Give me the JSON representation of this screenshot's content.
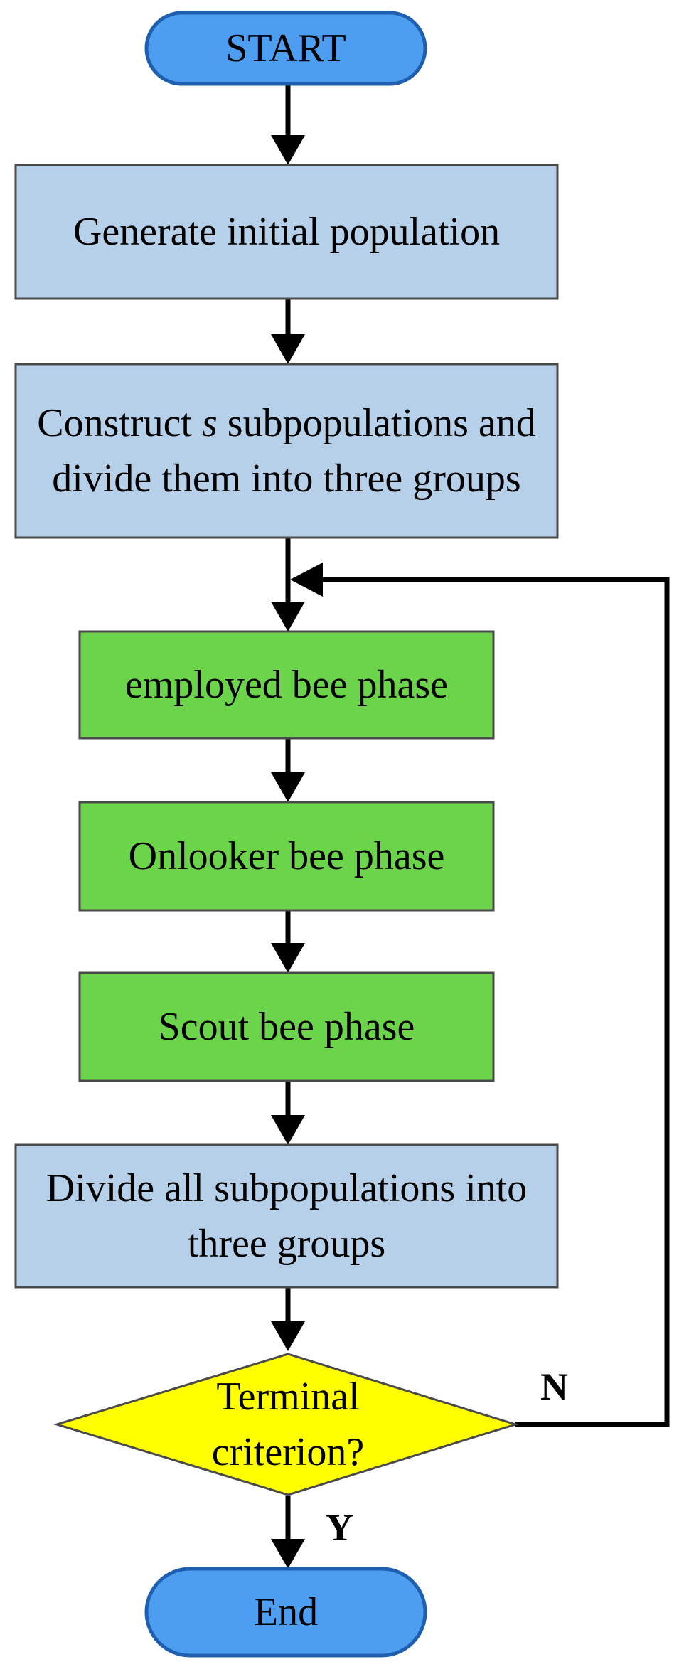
{
  "nodes": {
    "start": "START",
    "generate": "Generate initial population",
    "construct_pre": "Construct ",
    "construct_var": "s",
    "construct_post": " subpopulations and divide them into three groups",
    "employed": "employed bee phase",
    "onlooker": "Onlooker bee phase",
    "scout": "Scout bee phase",
    "divide": "Divide all subpopulations into three groups",
    "decision": "Terminal criterion?",
    "end": "End"
  },
  "edges": {
    "no_label": "N",
    "yes_label": "Y"
  },
  "colors": {
    "terminal_fill": "#4d9ef1",
    "terminal_stroke": "#1f5fb0",
    "process_fill": "#b6d0ea",
    "phase_fill": "#6cd44a",
    "decision_fill": "#ffff00",
    "stroke": "#1a1a1a"
  }
}
